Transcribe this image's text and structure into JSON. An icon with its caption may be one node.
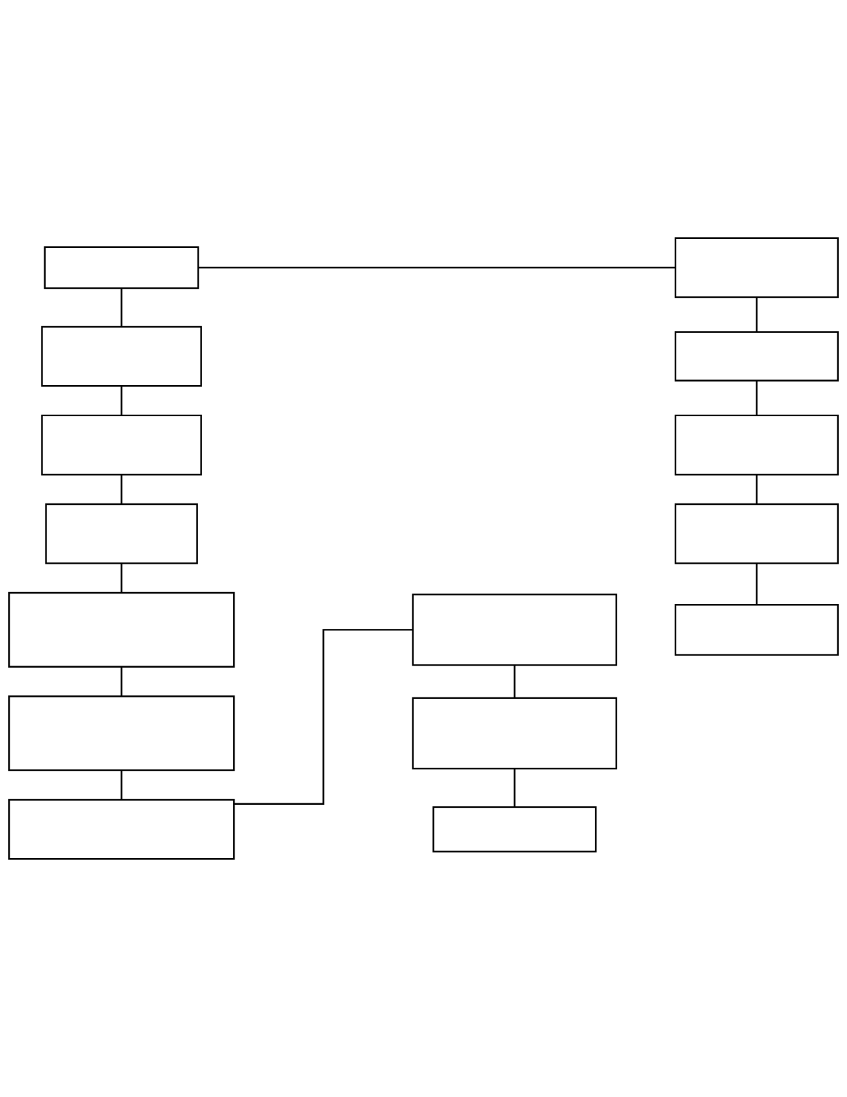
{
  "diagram": {
    "nodes": [
      {
        "text": [],
        "shape": "box"
      },
      {
        "text": [],
        "shape": "box"
      },
      {
        "text": [],
        "shape": "box"
      },
      {
        "text": [],
        "shape": "box"
      },
      {
        "text": [],
        "shape": "box"
      },
      {
        "text": [],
        "shape": "box"
      },
      {
        "text": [],
        "shape": "box"
      },
      {
        "text": [],
        "shape": "box"
      },
      {
        "text": [],
        "shape": "box"
      },
      {
        "text": [],
        "shape": "box"
      },
      {
        "text": [],
        "shape": "box"
      },
      {
        "text": [],
        "shape": "box"
      },
      {
        "text": [],
        "shape": "box"
      },
      {
        "text": [],
        "shape": "box"
      },
      {
        "text": [],
        "shape": "box"
      }
    ],
    "edges": [
      {
        "from": 0,
        "to": 1,
        "arrow": "none"
      },
      {
        "from": 1,
        "to": 2,
        "arrow": "none"
      },
      {
        "from": 2,
        "to": 3,
        "arrow": "none"
      },
      {
        "from": 3,
        "to": 4,
        "arrow": "none"
      },
      {
        "from": 4,
        "to": 5,
        "arrow": "none"
      },
      {
        "from": 5,
        "to": 6,
        "arrow": "none"
      },
      {
        "from": 6,
        "to": 7,
        "arrow": "none"
      },
      {
        "from": 7,
        "to": 8,
        "arrow": "none"
      },
      {
        "from": 8,
        "to": 9,
        "arrow": "none"
      },
      {
        "from": 0,
        "to": 10,
        "arrow": "none"
      },
      {
        "from": 10,
        "to": 11,
        "arrow": "none"
      },
      {
        "from": 11,
        "to": 12,
        "arrow": "none"
      },
      {
        "from": 12,
        "to": 13,
        "arrow": "none"
      },
      {
        "from": 13,
        "to": 14,
        "arrow": "none"
      }
    ]
  }
}
